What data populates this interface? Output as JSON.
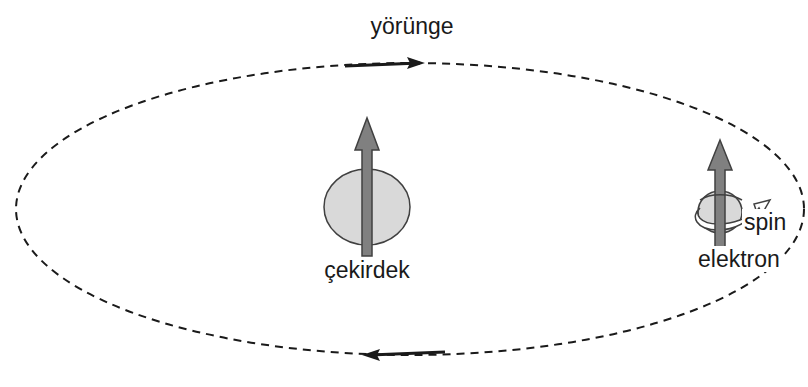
{
  "diagram": {
    "labels": [
      "yörünge",
      "çekirdek",
      "spin",
      "elektron"
    ]
  }
}
